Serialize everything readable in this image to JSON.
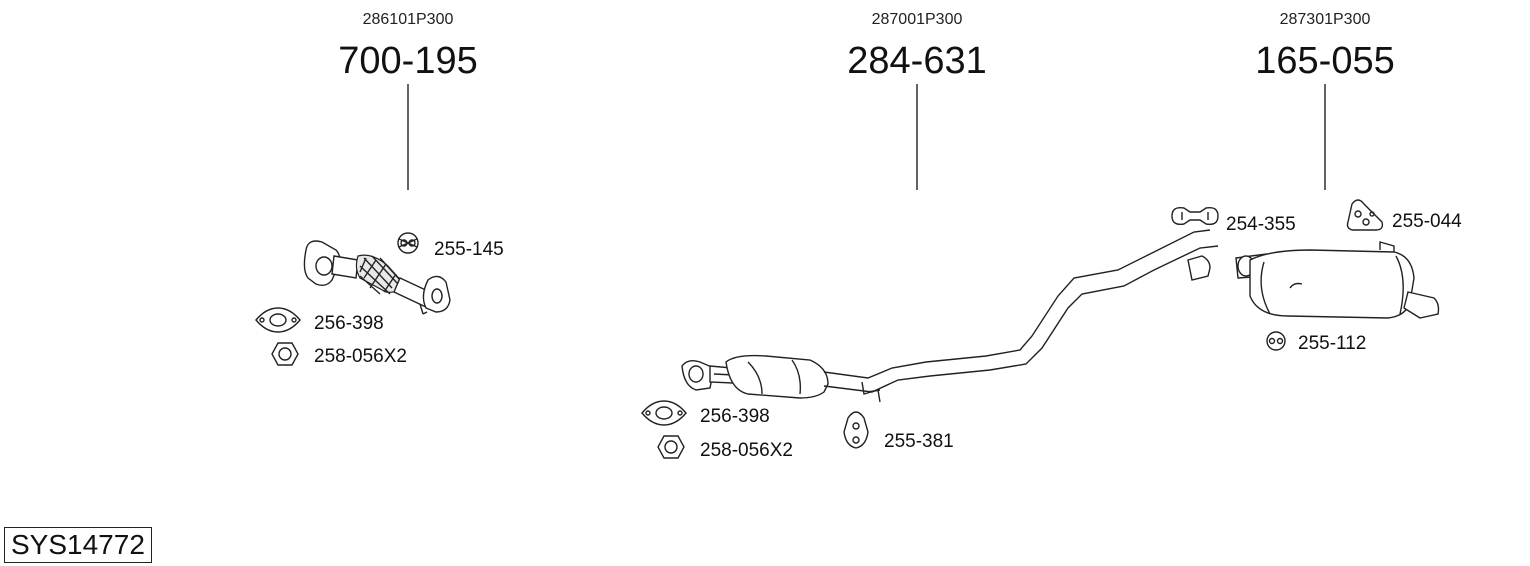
{
  "system_code": "SYS14772",
  "assemblies": [
    {
      "oem": "286101P300",
      "part": "700-195"
    },
    {
      "oem": "287001P300",
      "part": "284-631"
    },
    {
      "oem": "287301P300",
      "part": "165-055"
    }
  ],
  "components": {
    "front_hanger": "255-145",
    "front_gasket": "256-398",
    "front_nut": "258-056X2",
    "mid_gasket": "256-398",
    "mid_nut": "258-056X2",
    "mid_hanger": "255-381",
    "clamp": "254-355",
    "rear_bracket": "255-044",
    "rear_hanger": "255-112"
  }
}
